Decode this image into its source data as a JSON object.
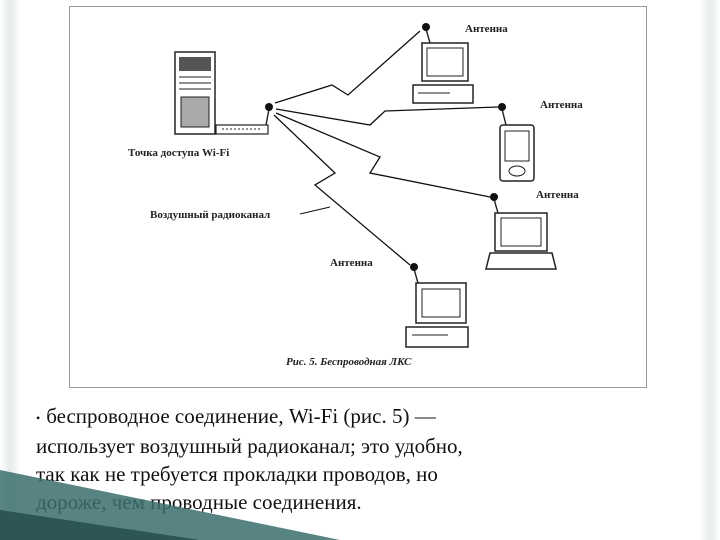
{
  "figure": {
    "labels": {
      "antenna_top": "Антенна",
      "antenna_pda": "Антенна",
      "antenna_laptop": "Антенна",
      "antenna_bottom": "Антенна",
      "access_point": "Точка доступа Wi-Fi",
      "radio_channel": "Воздушный радиоканал"
    },
    "caption": "Рис. 5. Беспроводная ЛКС"
  },
  "text": {
    "bullet": "•",
    "line1": "беспроводное соединение, Wi-Fi (рис. 5) —",
    "line2": "использует воздушный радиоканал; это удобно,",
    "line3": "так как не требуется прокладки проводов, но",
    "line4": "дороже, чем проводные соединения."
  },
  "colors": {
    "accent": "#3a6f6c",
    "ink": "#222222"
  }
}
